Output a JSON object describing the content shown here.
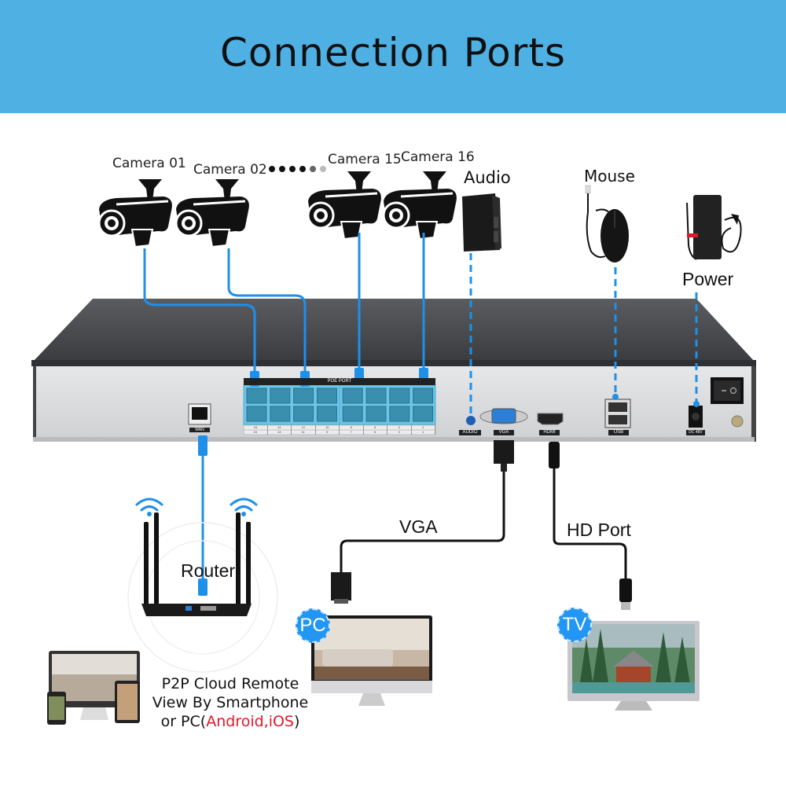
{
  "header": {
    "title": "Connection Ports",
    "background_color": "#4fb0e3"
  },
  "cameras": [
    {
      "label": "Camera 01"
    },
    {
      "label": "Camera 02"
    },
    {
      "label": "Camera 15"
    },
    {
      "label": "Camera 16"
    }
  ],
  "ellipsis_dots": 6,
  "devices": {
    "audio": "Audio",
    "mouse": "Mouse",
    "power": "Power",
    "router": "Router",
    "vga_cable": "VGA",
    "hd_cable": "HD Port"
  },
  "nvr": {
    "poe_label": "POE PORT",
    "poe_numbers_top": [
      "16",
      "14",
      "12",
      "10",
      "8",
      "6",
      "4",
      "2"
    ],
    "poe_numbers_bottom": [
      "15",
      "13",
      "11",
      "9",
      "7",
      "5",
      "3",
      "1"
    ],
    "port_labels": {
      "wan": "WAN",
      "audio": "AUDIO",
      "vga": "VGA",
      "hdmi": "HDMI",
      "usb": "USB",
      "dc": "DC 48V"
    }
  },
  "badges": {
    "pc": "PC",
    "tv": "TV"
  },
  "p2p": {
    "line1": "P2P Cloud Remote",
    "line2": "View By Smartphone",
    "line3_prefix": "or PC(",
    "line3_highlight": "Android,iOS",
    "line3_suffix": ")",
    "highlight_color": "#e3162a"
  },
  "colors": {
    "cable_blue": "#1e90e8",
    "nvr_top": "#4a4c50",
    "nvr_face": "#d8d9db",
    "poe_block": "#6cc6e6"
  }
}
